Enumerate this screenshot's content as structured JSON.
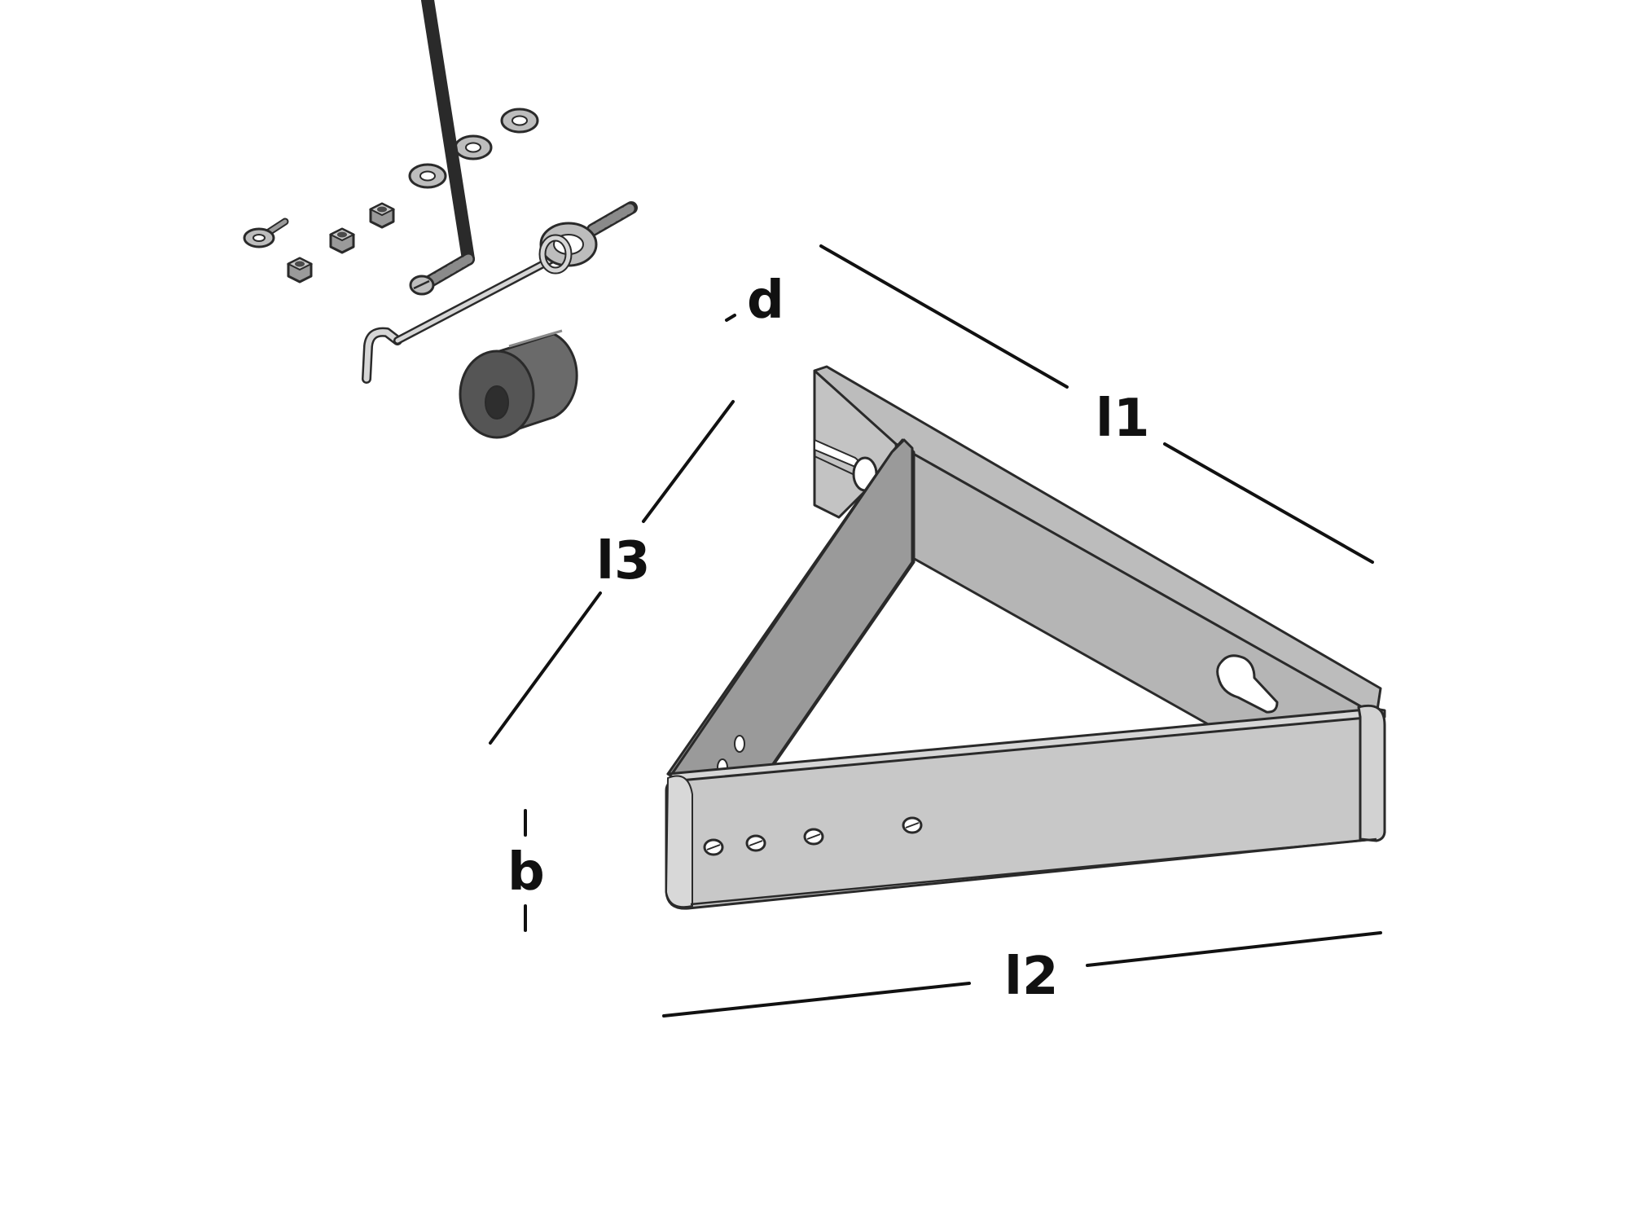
{
  "dimensions": {
    "l1": "l1",
    "l2": "l2",
    "l3": "l3",
    "d": "d",
    "b": "b"
  },
  "colors": {
    "background": "#ffffff",
    "steel_front": "#cfcfcf",
    "steel_face": "#b4b4b4",
    "steel_dark": "#8f8f8f",
    "rubber": "#555555",
    "outline": "#2a2a2a",
    "dimension_line": "#111111"
  },
  "parts": {
    "bracket": "triangular-angle-bracket-icon",
    "hook": "gate-hook-icon",
    "eye_bolt": "eye-bolt-icon",
    "screw": "slotted-screw-icon",
    "nuts": "hex-nut-icon",
    "washers": "washer-icon",
    "bumper": "rubber-bumper-icon",
    "small_eye": "small-eye-screw-icon"
  }
}
